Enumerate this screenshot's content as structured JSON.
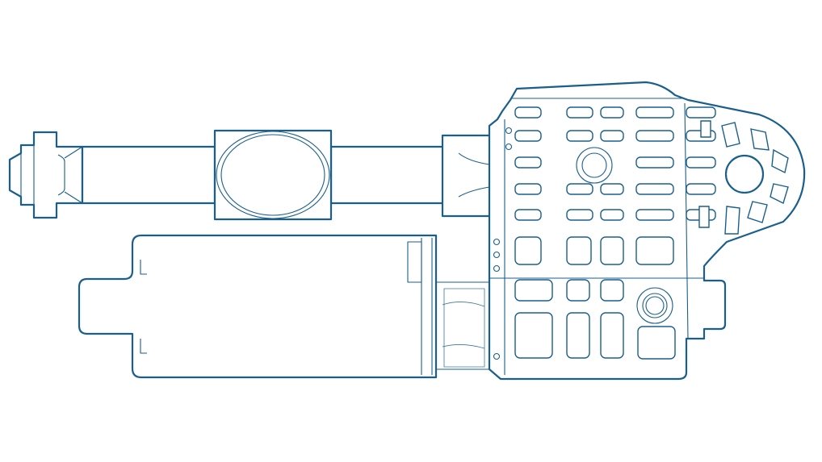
{
  "drawing": {
    "colors": {
      "line": "#1a5f8c",
      "background": "#ffffff"
    },
    "parts": [
      "rod-end-fitting",
      "extension-rod",
      "rod-collar",
      "outer-tube-end",
      "gear-housing",
      "mounting-clevis",
      "motor-housing"
    ]
  }
}
